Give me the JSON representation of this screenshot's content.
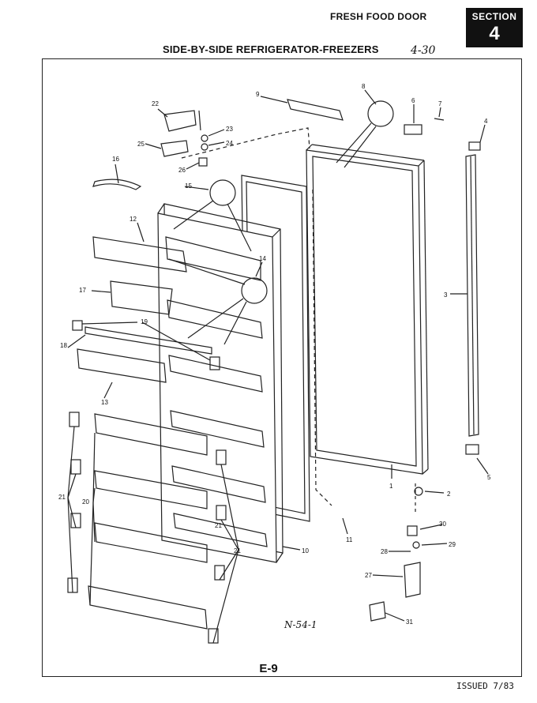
{
  "header": {
    "subtitle": "FRESH FOOD DOOR PARTS",
    "section_label": "SECTION",
    "section_number": "4",
    "title": "SIDE-BY-SIDE REFRIGERATOR-FREEZERS",
    "page_note": "4-30"
  },
  "diagram": {
    "drawing_number": "N-54-1",
    "callouts": [
      "1",
      "2",
      "3",
      "4",
      "5",
      "6",
      "7",
      "8",
      "9",
      "10",
      "11",
      "12",
      "13",
      "14",
      "15",
      "16",
      "17",
      "18",
      "19",
      "20",
      "21",
      "21",
      "21",
      "22",
      "23",
      "24",
      "25",
      "26",
      "27",
      "28",
      "29",
      "30",
      "31"
    ]
  },
  "footer": {
    "page_code": "E-9",
    "issued": "ISSUED 7/83"
  }
}
